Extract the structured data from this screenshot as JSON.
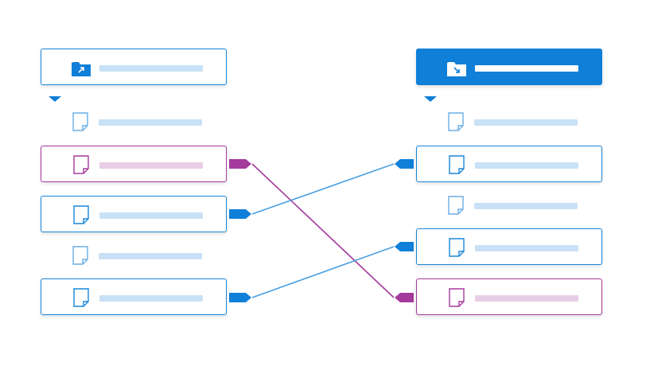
{
  "colors": {
    "accent": "#0f7fd8",
    "accent_border": "#1a86d8",
    "magenta": "#a43a9c",
    "bar_blue": "#c9e1f6",
    "bar_magenta": "#e8cde6",
    "connector_blue": "#4a9fe0",
    "connector_magenta": "#a43a9c"
  },
  "left_column": {
    "header_icon": "folder-export-icon",
    "items": [
      {
        "icon": "file-icon",
        "style": "plain"
      },
      {
        "icon": "file-icon",
        "style": "boxed-magenta",
        "connector": "magenta"
      },
      {
        "icon": "file-icon",
        "style": "boxed-blue",
        "connector": "blue"
      },
      {
        "icon": "file-icon",
        "style": "plain"
      },
      {
        "icon": "file-icon",
        "style": "boxed-blue",
        "connector": "blue"
      }
    ]
  },
  "right_column": {
    "header_icon": "folder-import-icon",
    "items": [
      {
        "icon": "file-icon",
        "style": "plain"
      },
      {
        "icon": "file-icon",
        "style": "boxed-blue",
        "connector": "blue"
      },
      {
        "icon": "file-icon",
        "style": "plain"
      },
      {
        "icon": "file-icon",
        "style": "boxed-blue",
        "connector": "blue"
      },
      {
        "icon": "file-icon",
        "style": "boxed-magenta",
        "connector": "magenta"
      }
    ]
  },
  "links": [
    {
      "from": 1,
      "to": 4,
      "color": "magenta"
    },
    {
      "from": 2,
      "to": 1,
      "color": "blue"
    },
    {
      "from": 4,
      "to": 3,
      "color": "blue"
    }
  ]
}
